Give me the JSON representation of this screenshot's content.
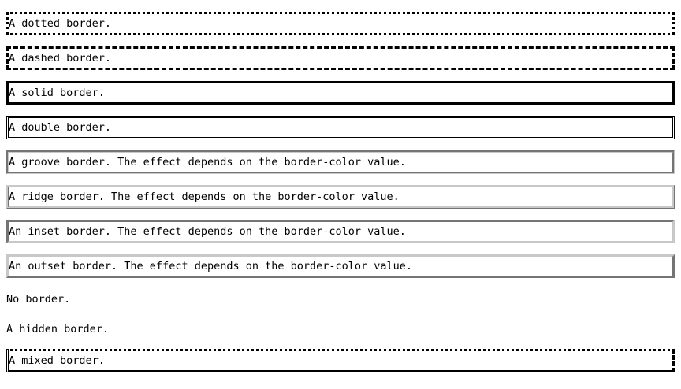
{
  "borders": {
    "dotted": "A dotted border.",
    "dashed": "A dashed border.",
    "solid": "A solid border.",
    "double": "A double border.",
    "groove": "A groove border. The effect depends on the border-color value.",
    "ridge": "A ridge border. The effect depends on the border-color value.",
    "inset": "An inset border. The effect depends on the border-color value.",
    "outset": "An outset border. The effect depends on the border-color value.",
    "none": "No border.",
    "hidden": "A hidden border.",
    "mixed": "A mixed border."
  },
  "colors": {
    "text": "#000000",
    "background": "#ffffff",
    "border_black": "#000000",
    "border_gray": "#c8c8c8"
  }
}
